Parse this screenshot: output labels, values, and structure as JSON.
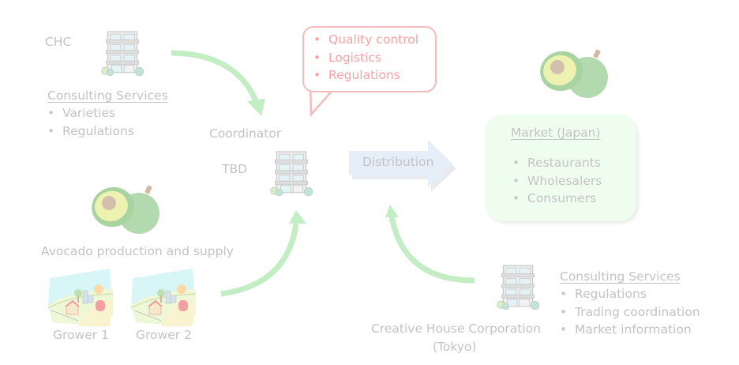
{
  "diagram": {
    "chc": {
      "label": "CHC",
      "services_title": "Consulting Services",
      "services": [
        "Varieties",
        "Regulations"
      ]
    },
    "coordinator": {
      "label": "Coordinator",
      "name": "TBD",
      "callout_items": [
        "Quality control",
        "Logistics",
        "Regulations"
      ]
    },
    "distribution": {
      "label": "Distribution"
    },
    "market": {
      "title": "Market (Japan)",
      "items": [
        "Restaurants",
        "Wholesalers",
        "Consumers"
      ]
    },
    "production": {
      "label": "Avocado production and supply",
      "growers": [
        "Grower 1",
        "Grower 2"
      ]
    },
    "creative_house": {
      "name": "Creative House Corporation",
      "location": "(Tokyo)",
      "services_title": "Consulting Services",
      "services": [
        "Regulations",
        "Trading coordination",
        "Market information"
      ]
    },
    "colors": {
      "text": "#c3c3c3",
      "callout": "#f4a3a3",
      "arrow_green": "#c3edc3",
      "distribution_arrow": "#e6eefa",
      "market_fill": "#effdef"
    },
    "icons": {
      "building": "office-building-icon",
      "avocado": "avocado-icon",
      "farm": "farm-icon"
    }
  }
}
